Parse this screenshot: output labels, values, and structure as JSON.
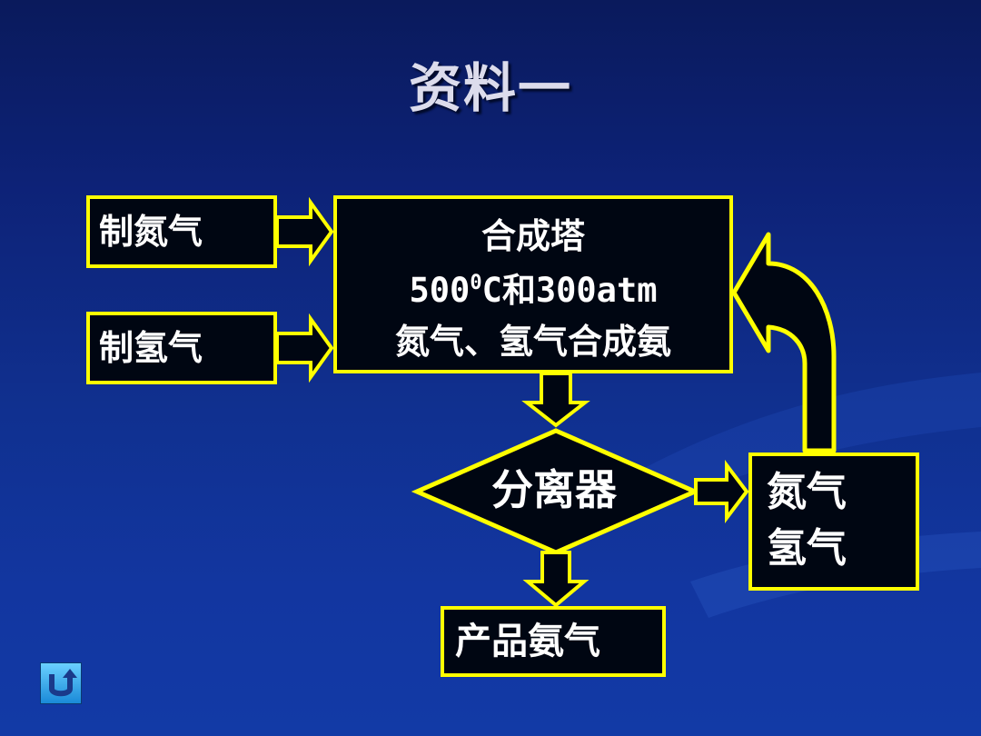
{
  "title": "资料一",
  "nodes": {
    "make_nitrogen": "制氮气",
    "make_hydrogen": "制氢气",
    "synthesis_tower": {
      "name": "合成塔",
      "condition_temp": "500",
      "condition_temp_sup": "0",
      "condition_rest": "C和300atm",
      "reaction": "氮气、氢气合成氨"
    },
    "separator": "分离器",
    "recycle": {
      "line1": "氮气",
      "line2": "氢气"
    },
    "product": "产品氨气"
  },
  "colors": {
    "border": "#ffff00",
    "box_fill": "#000612",
    "text": "#ffffff",
    "title": "#dcdcec"
  },
  "icons": {
    "back": "u-turn-back-icon"
  }
}
